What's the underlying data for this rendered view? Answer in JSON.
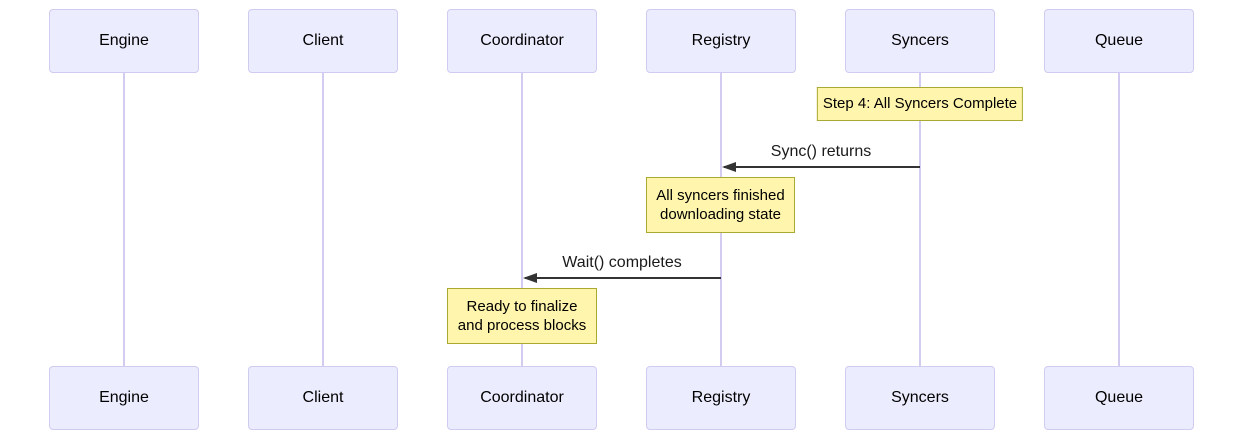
{
  "colors": {
    "actor_fill": "#ECECFF",
    "actor_border": "#CFCBF1",
    "lifeline": "#D3CBF0",
    "arrow": "#333333",
    "note_fill": "#FFF5AD",
    "note_border": "#AAAA33"
  },
  "diagram": {
    "participants": [
      "Engine",
      "Client",
      "Coordinator",
      "Registry",
      "Syncers",
      "Queue"
    ],
    "messages": [
      {
        "from": "Syncers",
        "to": "Registry",
        "label": "Sync() returns",
        "arrow": "solid-filled"
      },
      {
        "from": "Registry",
        "to": "Coordinator",
        "label": "Wait() completes",
        "arrow": "solid-filled"
      }
    ],
    "notes": [
      {
        "over": "Syncers",
        "text": "Step 4: All Syncers Complete"
      },
      {
        "over": "Registry",
        "text": "All syncers finished downloading state"
      },
      {
        "over": "Coordinator",
        "text": "Ready to finalize and process blocks"
      }
    ]
  }
}
